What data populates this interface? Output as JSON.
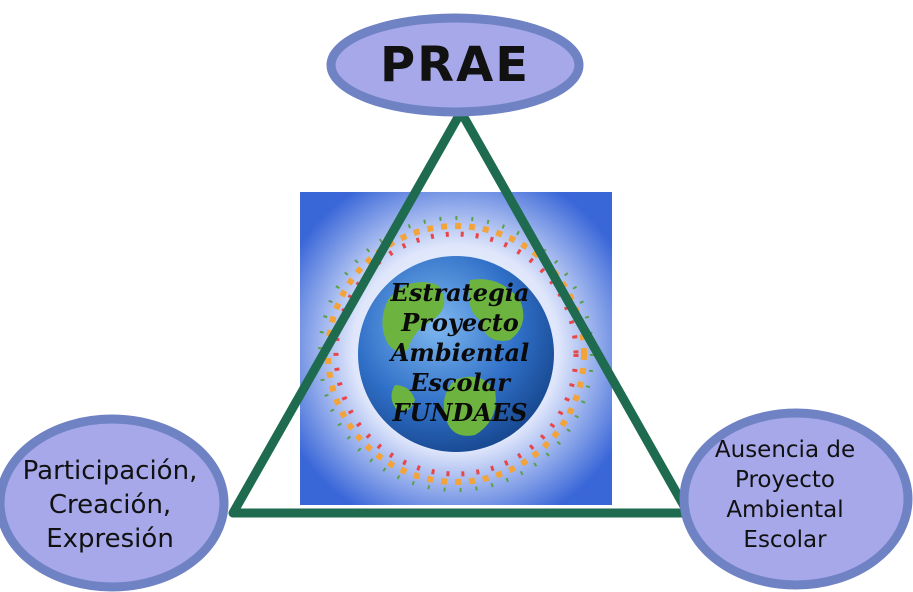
{
  "nodes": {
    "top": "PRAE",
    "left": "Participación,\nCreación,\nExpresión",
    "right": "Ausencia de\nProyecto\nAmbiental\nEscolar"
  },
  "center": "Estrategia\nProyecto\nAmbiental\nEscolar\nFUNDAES",
  "colors": {
    "triangle": "#1e6b4f",
    "ellipse_fill": "#a7a8ea",
    "ellipse_border": "#6f82c4",
    "globe_ocean": "#2f6fc7",
    "globe_land": "#6cb43f"
  }
}
